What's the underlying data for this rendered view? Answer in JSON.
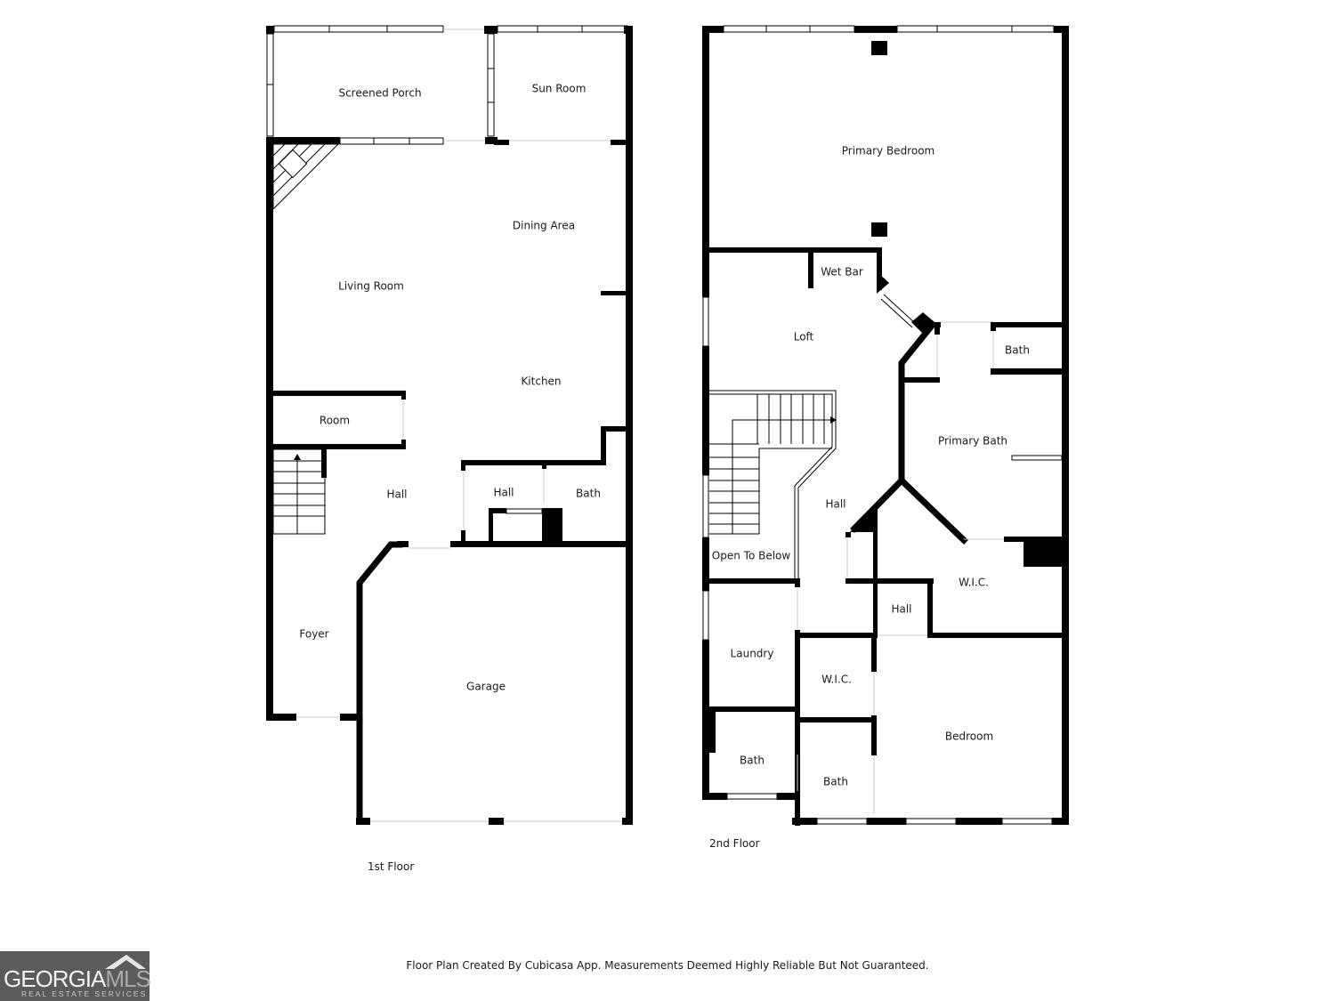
{
  "floors": [
    {
      "label": "1st Floor",
      "rooms": [
        {
          "name": "Screened Porch"
        },
        {
          "name": "Sun Room"
        },
        {
          "name": "Dining Area"
        },
        {
          "name": "Living Room"
        },
        {
          "name": "Kitchen"
        },
        {
          "name": "Room"
        },
        {
          "name": "Hall"
        },
        {
          "name": "Hall"
        },
        {
          "name": "Bath"
        },
        {
          "name": "Foyer"
        },
        {
          "name": "Garage"
        }
      ]
    },
    {
      "label": "2nd Floor",
      "rooms": [
        {
          "name": "Primary Bedroom"
        },
        {
          "name": "Wet Bar"
        },
        {
          "name": "Loft"
        },
        {
          "name": "Bath"
        },
        {
          "name": "Primary Bath"
        },
        {
          "name": "Hall"
        },
        {
          "name": "Open To Below"
        },
        {
          "name": "W.I.C."
        },
        {
          "name": "Hall"
        },
        {
          "name": "Laundry"
        },
        {
          "name": "W.I.C."
        },
        {
          "name": "Bedroom"
        },
        {
          "name": "Bath"
        },
        {
          "name": "Bath"
        }
      ]
    }
  ],
  "footer": {
    "disclaimer": "Floor Plan Created By Cubicasa App. Measurements Deemed Highly Reliable But Not Guaranteed."
  },
  "logo": {
    "brand_main": "GEORGIA",
    "brand_accent": "MLS",
    "tagline": "REAL ESTATE SERVICES"
  },
  "colors": {
    "wall": "#000000",
    "background": "#ffffff",
    "logo_bg": "#5b5b5b"
  }
}
